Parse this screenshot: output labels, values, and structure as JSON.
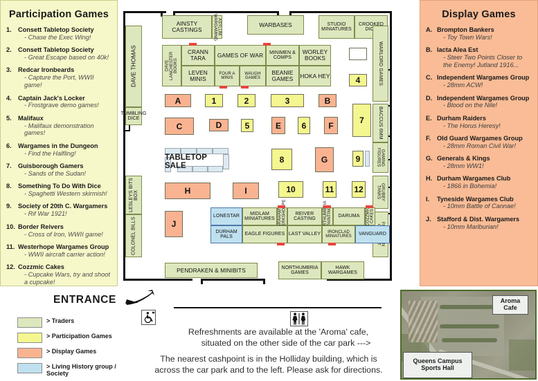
{
  "panels": {
    "left": {
      "title": "Participation Games",
      "items": [
        {
          "mark": "1.",
          "name": "Consett Tabletop Society",
          "sub": "- Chase the Exec Wing!"
        },
        {
          "mark": "2.",
          "name": "Consett Tabletop Society",
          "sub": "- Great Escape based on 40k!"
        },
        {
          "mark": "3.",
          "name": "Redcar Ironbeards",
          "sub": "- Capture the Port, WWII game!"
        },
        {
          "mark": "4.",
          "name": "Captain Jack's Locker",
          "sub": "- Frostgrave demo games!"
        },
        {
          "mark": "5.",
          "name": "Malifaux",
          "sub": "- Malifaux demonstration games!"
        },
        {
          "mark": "6.",
          "name": "Wargames in the Dungeon",
          "sub": "- Find the Halfling!"
        },
        {
          "mark": "7.",
          "name": "Guisborough Gamers",
          "sub": "- Sands of the Sudan!"
        },
        {
          "mark": "8.",
          "name": "Something To Do With Dice",
          "sub": "- Spaghetti Western skirmish!"
        },
        {
          "mark": "9.",
          "name": "Society of 20th C. Wargamers",
          "sub": "- Rif War 1921!"
        },
        {
          "mark": "10.",
          "name": "Border Reivers",
          "sub": "- Cross of Iron, WWII game!"
        },
        {
          "mark": "11.",
          "name": "Westerhope Wargames Group",
          "sub": "- WWII aircraft carrier action!"
        },
        {
          "mark": "12.",
          "name": "Cozzmic Cakes",
          "sub": "- Cupcake Wars, try and shoot a cupcake!"
        }
      ]
    },
    "right": {
      "title": "Display Games",
      "items": [
        {
          "mark": "A.",
          "name": "Brompton Bankers",
          "sub": "- Toy Town Wars!"
        },
        {
          "mark": "B.",
          "name": "Iacta Alea Est",
          "sub": "- Steer Two Points Closer to the  Enemy!  Jutland 1916..."
        },
        {
          "mark": "C.",
          "name": "Independent Wargames Group",
          "sub": "- 28mm ACW!"
        },
        {
          "mark": "D.",
          "name": "Independent Wargames Group",
          "sub": "- Blood on the Nile!"
        },
        {
          "mark": "E.",
          "name": "Durham Raiders",
          "sub": "- The Horus Heresy!"
        },
        {
          "mark": "F.",
          "name": "Old Guard Wargames Group",
          "sub": "- 28mm Roman Civil War!"
        },
        {
          "mark": "G.",
          "name": "Generals & Kings",
          "sub": "- 28mm WW1!"
        },
        {
          "mark": "H.",
          "name": "Durham Wargames Club",
          "sub": "- 1866 in Bohemia!"
        },
        {
          "mark": "I.",
          "name": "Tyneside Wargames Club",
          "sub": "- 10mm Battle of Cannae!"
        },
        {
          "mark": "J.",
          "name": "Stafford & Dist. Wargamers",
          "sub": "- 10mm Marlburian!"
        }
      ]
    }
  },
  "plan": {
    "traders_top": [
      {
        "label": "AINSTY CASTINGS"
      },
      {
        "label": "ASYLUM WARGAMING"
      },
      {
        "label": "WARBASES"
      },
      {
        "label": "STUDIO MINIATURES"
      },
      {
        "label": "CROOKED DICE"
      }
    ],
    "traders_left": [
      {
        "label": "DAVE THOMAS"
      },
      {
        "label": "TUMBLING DICE"
      },
      {
        "label": "LESLEYS BITS BOX"
      },
      {
        "label": "COLONEL BILLS"
      }
    ],
    "traders_right": [
      {
        "label": "WARLORD GAMES"
      },
      {
        "label": "BACCUS 6MM"
      },
      {
        "label": "GAMING FIGURES"
      },
      {
        "label": "GRUBBY TANKS"
      },
      {
        "label": "FIGURES IN COMFORT"
      }
    ],
    "traders_centre_block": [
      {
        "label": "DAVE LANCHESTER BOOKS"
      },
      {
        "label": "CRANN TARA"
      },
      {
        "label": "GAMES OF WAR"
      },
      {
        "label": "MINIMEN & COMPS"
      },
      {
        "label": "WORLEY BOOKS"
      },
      {
        "label": "LEVEN MINIS"
      },
      {
        "label": "FOUR A MINIS"
      },
      {
        "label": "WAUGH GAMES"
      },
      {
        "label": "BEANIE GAMES"
      },
      {
        "label": "HOKA HEY"
      }
    ],
    "traders_lower_block": [
      {
        "label": "LONESTAR",
        "kind": "living-history"
      },
      {
        "label": "MIDLAM MINIATURES",
        "kind": "trader"
      },
      {
        "label": "GRAHAM'S WUERKSHOPPE",
        "kind": "trader"
      },
      {
        "label": "REIVER CASTING",
        "kind": "trader"
      },
      {
        "label": "NORTHUMBRIA PAINTING",
        "kind": "trader"
      },
      {
        "label": "DARUMA",
        "kind": "trader"
      },
      {
        "label": "COZZMIC CAKES",
        "kind": "trader"
      },
      {
        "label": "DURHAM PALS",
        "kind": "living-history"
      },
      {
        "label": "EAGLE FIGURES",
        "kind": "trader"
      },
      {
        "label": "LAST VALLEY",
        "kind": "trader"
      },
      {
        "label": "IRONCLAD MINIATURES",
        "kind": "trader"
      },
      {
        "label": "VANGUARD",
        "kind": "living-history"
      }
    ],
    "traders_bottom": [
      {
        "label": "PENDRAKEN & MINIBITS"
      },
      {
        "label": "NORTHUMBRIA GAMES"
      },
      {
        "label": "HAWK WARGAMES"
      }
    ],
    "tabletop_sale": "TABLETOP SALE",
    "stands": [
      {
        "id": "A"
      },
      {
        "id": "1"
      },
      {
        "id": "2"
      },
      {
        "id": "3"
      },
      {
        "id": "B"
      },
      {
        "id": "C"
      },
      {
        "id": "D"
      },
      {
        "id": "5"
      },
      {
        "id": "E"
      },
      {
        "id": "6"
      },
      {
        "id": "F"
      },
      {
        "id": "7"
      },
      {
        "id": "4"
      },
      {
        "id": "8"
      },
      {
        "id": "G"
      },
      {
        "id": "9"
      },
      {
        "id": "H"
      },
      {
        "id": "I"
      },
      {
        "id": "10"
      },
      {
        "id": "11"
      },
      {
        "id": "12"
      },
      {
        "id": "J"
      }
    ]
  },
  "bottom": {
    "entrance_label": "ENTRANCE",
    "legend": [
      {
        "label": "> Traders",
        "color": "#dde7bd"
      },
      {
        "label": "> Participation Games",
        "color": "#f4f68f"
      },
      {
        "label": "> Display Games",
        "color": "#f9b391"
      },
      {
        "label": "> Living History group / Society",
        "color": "#bfe0ef"
      }
    ],
    "info_line_1": "Refreshments are available at the 'Aroma' cafe,",
    "info_line_2": "situated on the other side of the car park  --->",
    "info_line_3": "The nearest cashpoint is in the Holliday building, which is",
    "info_line_4": "across the car park and to the left.  Please ask for directions.",
    "icons": {
      "accessible": "wheelchair-icon",
      "toilets": "toilets-icon"
    }
  },
  "satmap": {
    "label_cafe": "Aroma Cafe",
    "label_hall": "Queens Campus Sports Hall"
  },
  "colors": {
    "trader": "#dde7bd",
    "participation": "#f4f68f",
    "display": "#f9b391",
    "living_history": "#bfe0ef",
    "panel_left_bg": "#f7f8c9",
    "panel_right_bg": "#f9bc96",
    "tick": "#e8453c"
  }
}
